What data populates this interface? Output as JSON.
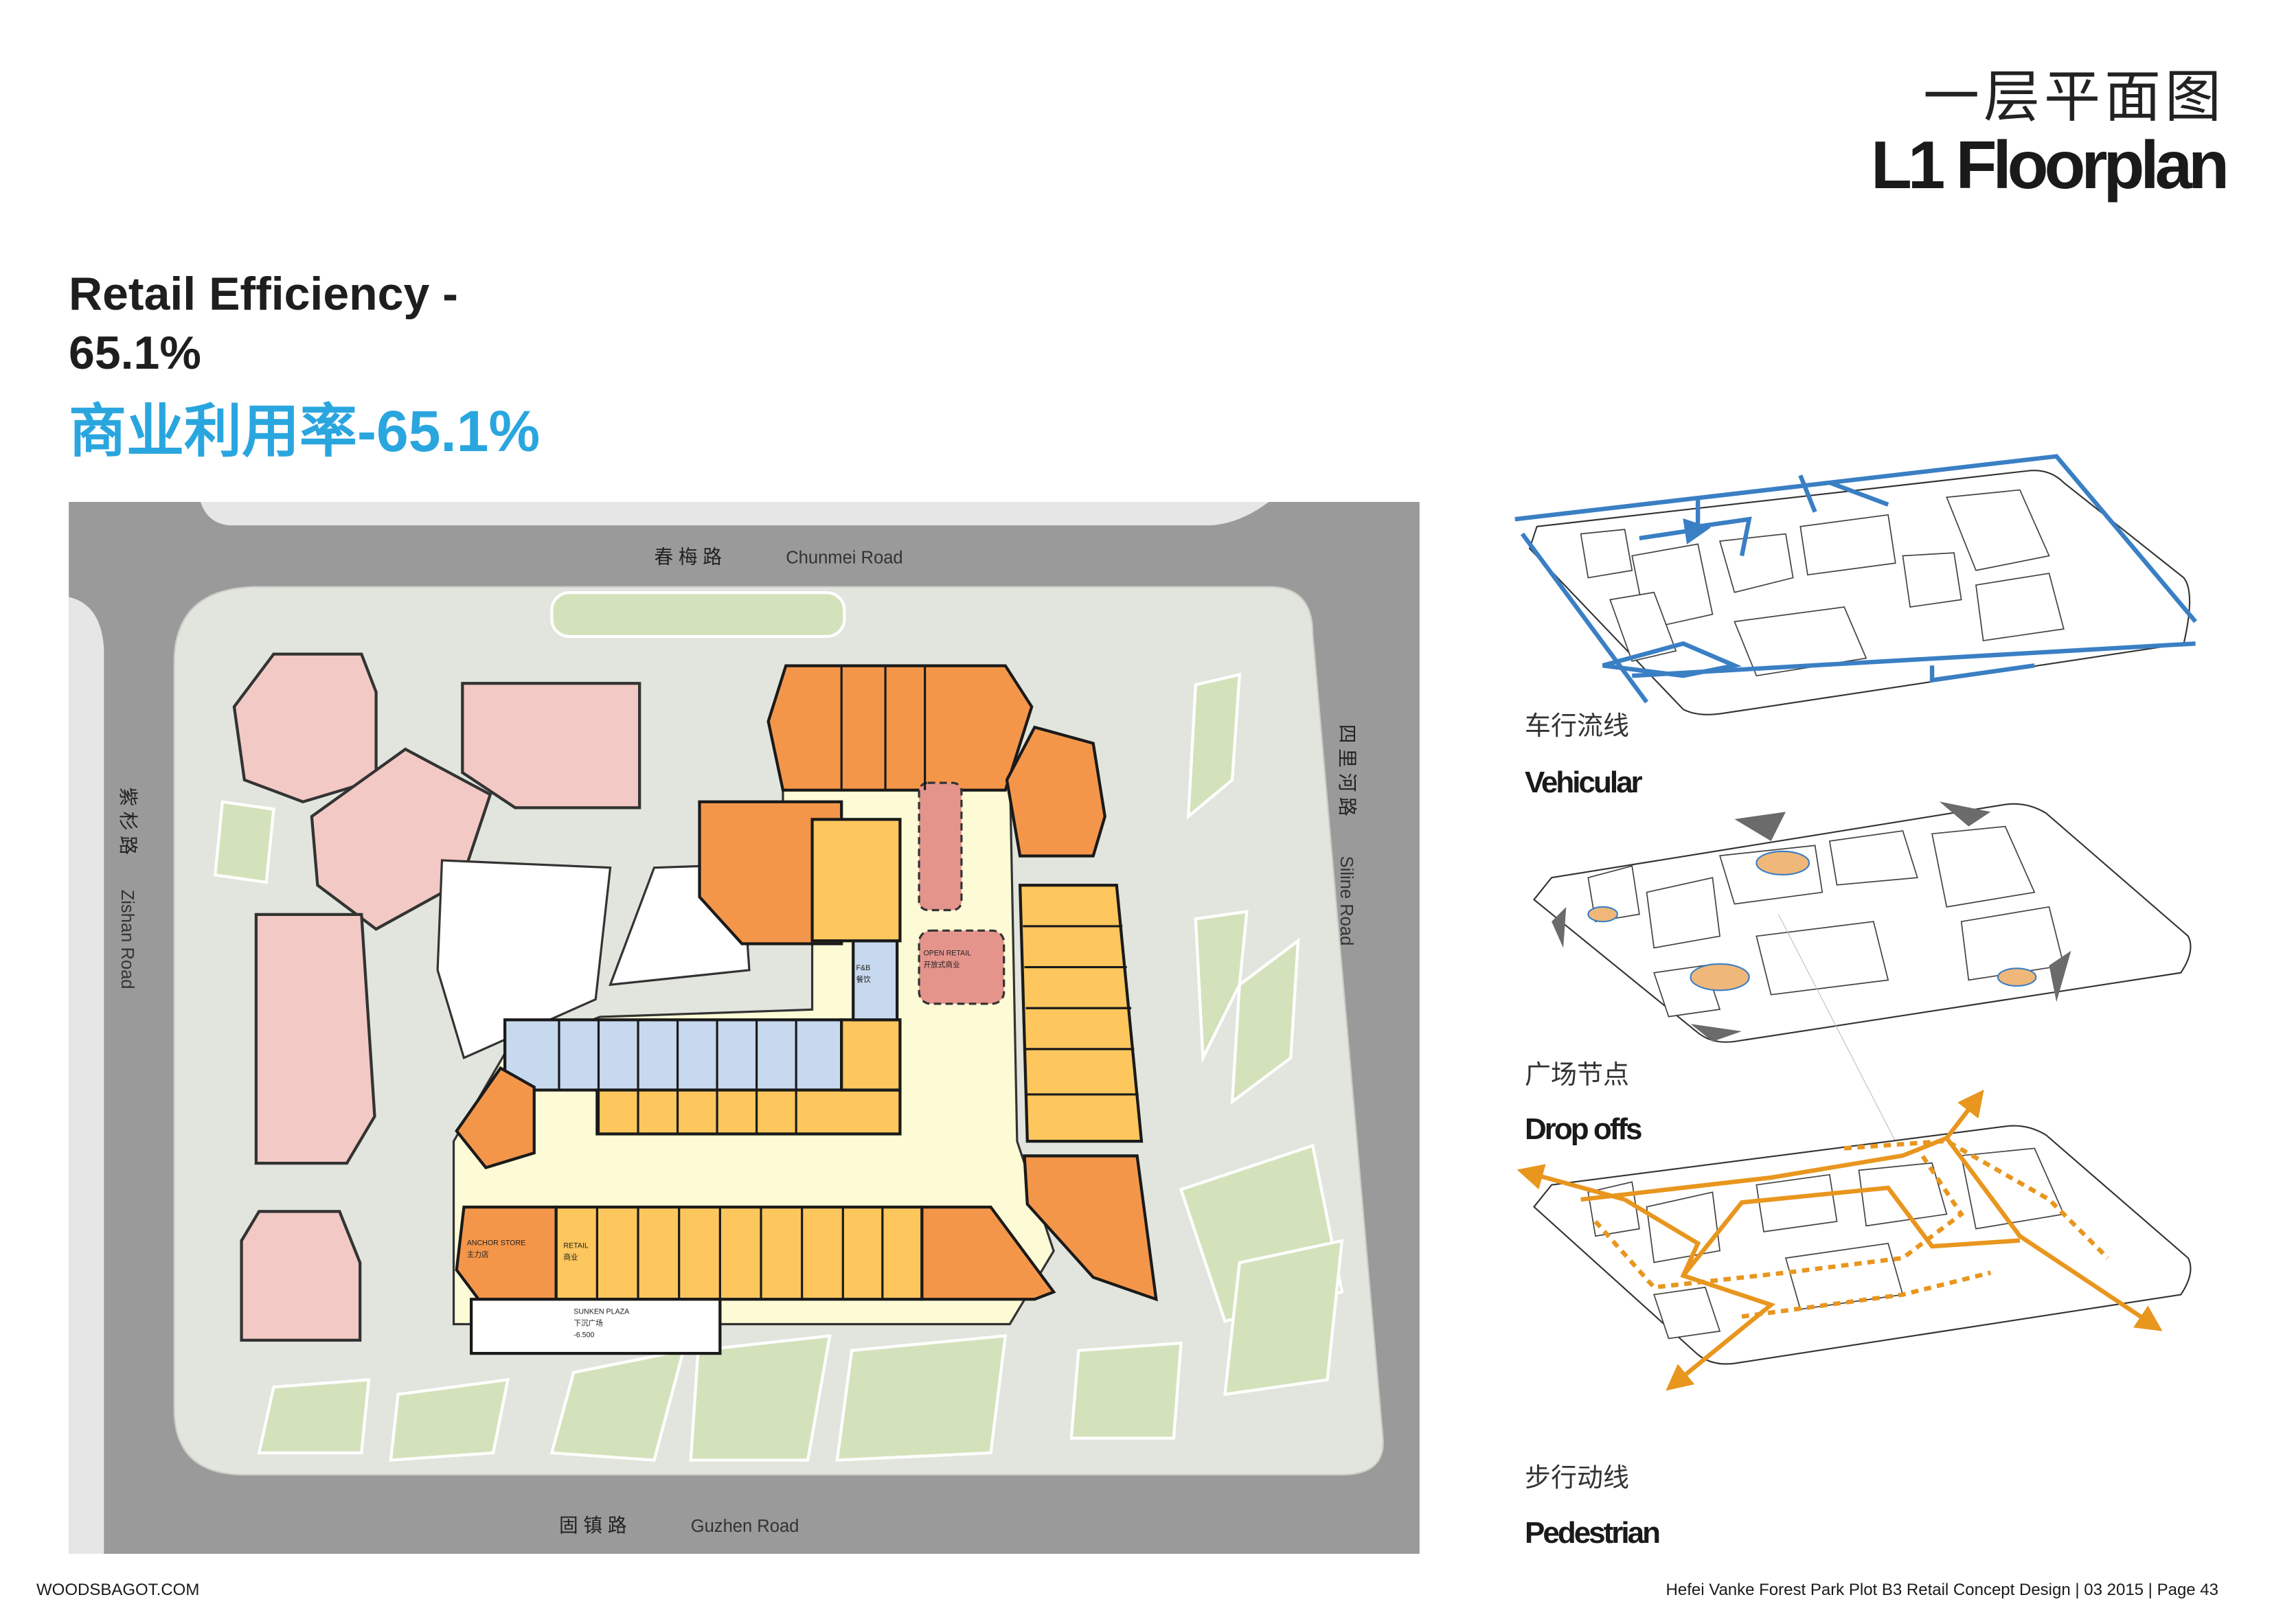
{
  "header": {
    "title_cn": "一层平面图",
    "title_en": "L1 Floorplan"
  },
  "efficiency": {
    "label_en_line1": "Retail Efficiency -",
    "label_en_line2": "65.1%",
    "label_cn": "商业利用率-65.1%",
    "value_percent": 65.1,
    "accent_color": "#2aa6df"
  },
  "map": {
    "roads": {
      "north": {
        "cn": "春 梅 路",
        "en": "Chunmei Road"
      },
      "south": {
        "cn": "固 镇 路",
        "en": "Guzhen Road"
      },
      "west": {
        "cn": "紫 杉 路",
        "en": "Zishan Road"
      },
      "east": {
        "cn": "四 里 河 路",
        "en": "Siline Road"
      }
    },
    "labels": {
      "anchor_en": "ANCHOR STORE",
      "anchor_cn": "主力店",
      "retail_en": "RETAIL",
      "retail_cn": "商业",
      "fnb_en": "F&B",
      "fnb_cn": "餐饮",
      "open_en": "OPEN RETAIL",
      "open_cn": "开放式商业",
      "sunken_en": "SUNKEN PLAZA",
      "sunken_cn": "下沉广场",
      "sunken_level": "-6.500"
    },
    "colors": {
      "anchor": "#f4964a",
      "retail": "#fdc75e",
      "fnb": "#c7d9ee",
      "open_retail": "#e5948c",
      "west_block": "#f2c9c4",
      "mall": "#fdfbd6",
      "landscape": "#d4e2bb",
      "road": "#9a9a9a"
    }
  },
  "diagrams": [
    {
      "label_cn": "车行流线",
      "label_en": "Vehicular",
      "color": "#3a7fc4"
    },
    {
      "label_cn": "广场节点",
      "label_en": "Drop offs",
      "color": "#f0b77a"
    },
    {
      "label_cn": "步行动线",
      "label_en": "Pedestrian",
      "color": "#e8961e"
    }
  ],
  "footer": {
    "left": "WOODSBAGOT.COM",
    "right": "Hefei Vanke Forest Park Plot B3 Retail Concept Design | 03 2015 | Page 43"
  }
}
